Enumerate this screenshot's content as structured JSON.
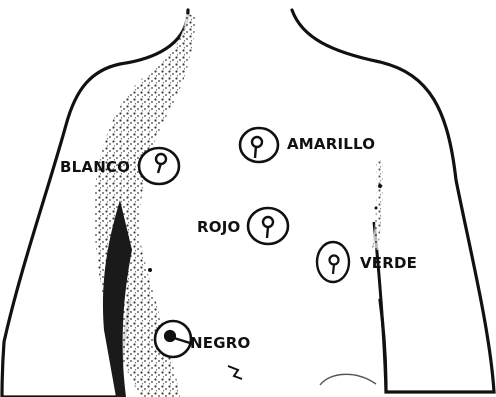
{
  "electrodes": [
    {
      "id": "blanco",
      "label": "BLANCO"
    },
    {
      "id": "amarillo",
      "label": "AMARILLO"
    },
    {
      "id": "rojo",
      "label": "ROJO"
    },
    {
      "id": "verde",
      "label": "VERDE"
    },
    {
      "id": "negro",
      "label": "NEGRO"
    }
  ],
  "colors": {
    "outline": "#111111",
    "shading": "#1a1a1a",
    "background": "#ffffff"
  }
}
